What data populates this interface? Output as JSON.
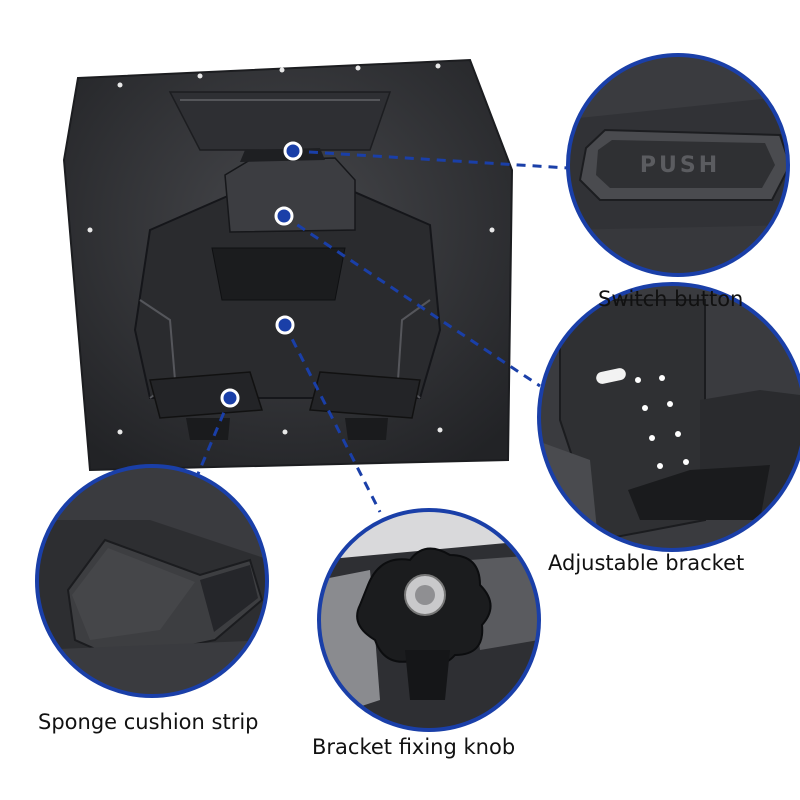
{
  "colors": {
    "accent_blue": "#1a3fa8",
    "product_dark": "#2b2c2f",
    "product_mid": "#3a3b3f",
    "background": "#ffffff"
  },
  "product": {
    "push_text": "PUSH"
  },
  "callouts": [
    {
      "id": "switch",
      "label": "Switch button"
    },
    {
      "id": "bracket",
      "label": "Adjustable bracket"
    },
    {
      "id": "sponge",
      "label": "Sponge cushion strip"
    },
    {
      "id": "knob",
      "label": "Bracket fixing knob"
    }
  ]
}
